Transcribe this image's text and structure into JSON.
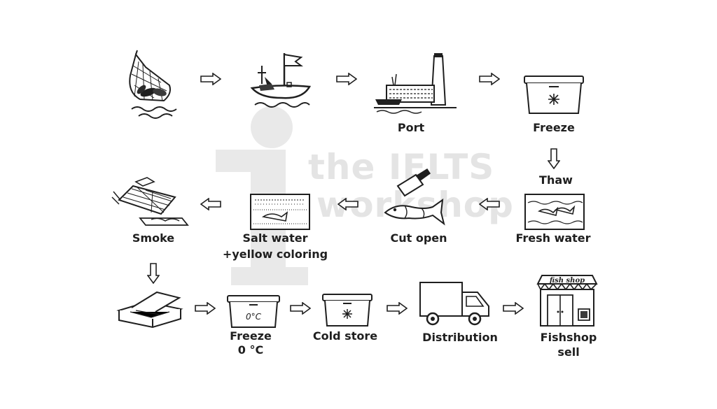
{
  "watermark": {
    "line1": "the IELTS",
    "line2": "workshop"
  },
  "steps": {
    "net": "",
    "boat": "",
    "port": "Port",
    "freeze": "Freeze",
    "thaw": "Thaw",
    "fresh_water": "Fresh water",
    "cut_open": "Cut open",
    "salt_water_1": "Salt water",
    "salt_water_2": "+yellow coloring",
    "smoke": "Smoke",
    "package": "",
    "freeze_zero_1": "Freeze",
    "freeze_zero_2": "0 °C",
    "cold_store": "Cold store",
    "distribution": "Distribution",
    "fishshop_1": "Fishshop",
    "fishshop_2": "sell"
  },
  "icons": {
    "cooler_zero_text": "0°C",
    "shop_sign": "fish shop"
  },
  "colors": {
    "ink": "#1f1f1f",
    "watermark": "#e4e4e4"
  }
}
